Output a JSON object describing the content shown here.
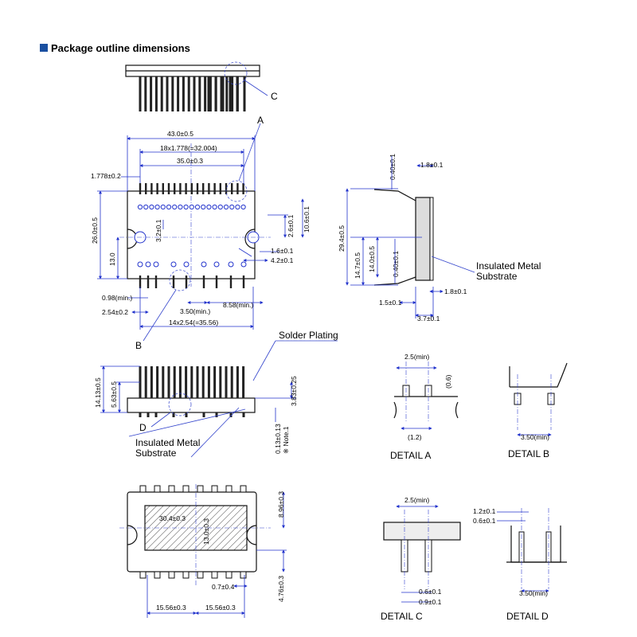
{
  "header": {
    "title": "Package outline dimensions",
    "marker_color": "#1a4fa0"
  },
  "top_view": {
    "label_c": "C"
  },
  "front_view": {
    "label_a": "A",
    "label_b": "B",
    "d_overall": "43.0±0.5",
    "d_pitch_top": "18x1.778(=32.004)",
    "d_350": "35.0±0.3",
    "d_1778": "1.778±0.2",
    "d_260": "26.0±0.5",
    "d_130": "13.0",
    "d_32": "3.2±0.1",
    "d_26": "2.6±0.1",
    "d_106": "10.6±0.1",
    "d_16": "1.6±0.1",
    "d_42": "4.2±0.1",
    "d_098": "0.98(min.)",
    "d_254": "2.54±0.2",
    "d_35min": "3.50(min.)",
    "d_858": "8.58(min.)",
    "d_pitch_bottom": "14x2.54(=35.56)"
  },
  "side_view": {
    "d_04_top": "0.40±0.1",
    "d_18_top": "1.8±0.1",
    "d_294": "29.4±0.5",
    "d_147": "14.7±0.5",
    "d_140": "14.0±0.5",
    "d_04_bot": "0.40±0.1",
    "d_15": "1.5±0.1",
    "d_18_bot": "1.8±0.1",
    "d_37": "3.7±0.1",
    "substrate_label": "Insulated Metal\nSubstrate"
  },
  "elev_view": {
    "solder_label": "Solder Plating",
    "d_1413": "14.13±0.5",
    "d_563": "5.63±0.5",
    "d_383": "3.83±0.25",
    "d_013": "0.13±0.13",
    "note": "※ Note.1",
    "label_d": "D",
    "substrate_label": "Insulated Metal\nSubstrate"
  },
  "bottom_view": {
    "d_304": "30.4±0.3",
    "d_130": "13.0±0.3",
    "d_896": "8.96±0.3",
    "d_476": "4.76±0.3",
    "d_07": "0.7±0.4",
    "d_1556_a": "15.56±0.3",
    "d_1556_b": "15.56±0.3"
  },
  "detail_a": {
    "title": "DETAIL A",
    "d_25": "2.5(min)",
    "d_06": "(0.6)",
    "d_12": "(1.2)"
  },
  "detail_b": {
    "title": "DETAIL B",
    "d_35": "3.50(min)"
  },
  "detail_c": {
    "title": "DETAIL C",
    "d_25": "2.5(min)",
    "d_06": "0.6±0.1",
    "d_09": "0.9±0.1"
  },
  "detail_d": {
    "title": "DETAIL D",
    "d_12": "1.2±0.1",
    "d_06": "0.6±0.1",
    "d_35": "3.50(min)"
  }
}
